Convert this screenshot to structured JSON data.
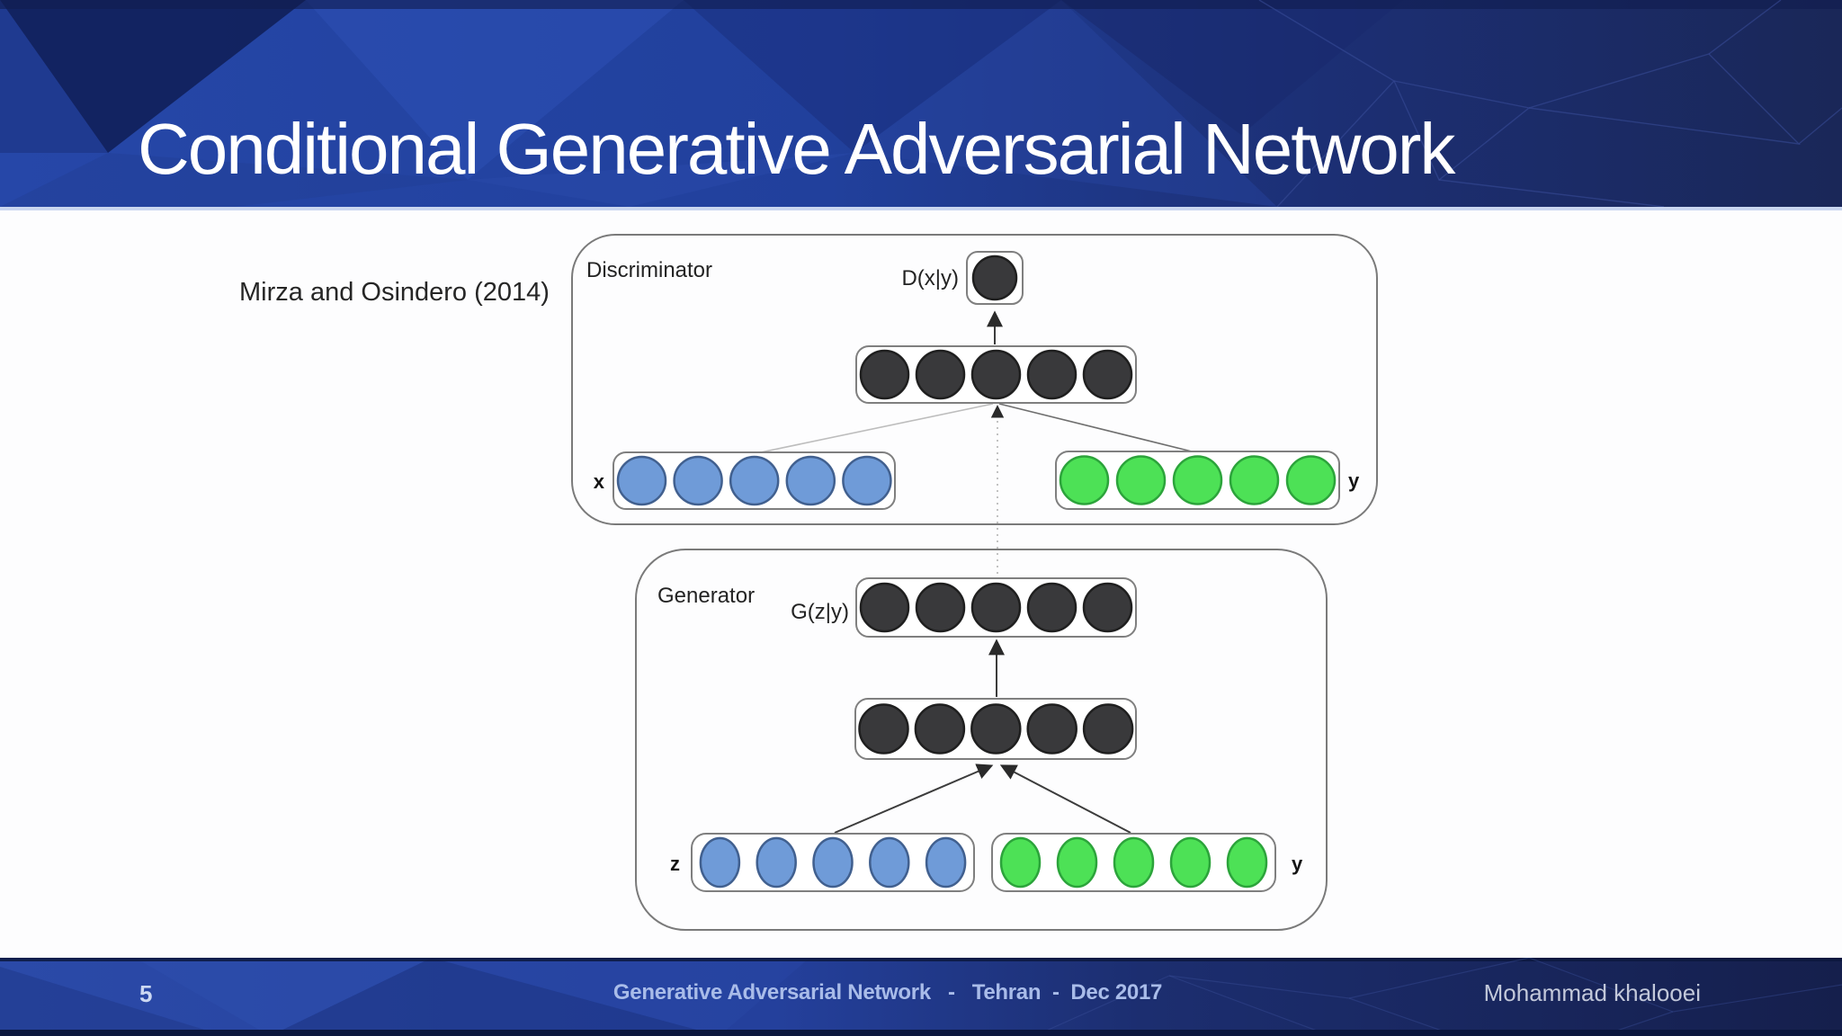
{
  "slide": {
    "title": "Conditional Generative Adversarial Network",
    "citation": "Mirza and Osindero (2014)",
    "page_number": "5",
    "footer_center": "Generative Adversarial Network   -   Tehran  -  Dec 2017",
    "footer_author": "Mohammad khalooei"
  },
  "diagram": {
    "discriminator": {
      "box_label": "Discriminator",
      "output_label": "D(x|y)",
      "x_label": "x",
      "y_label": "y"
    },
    "generator": {
      "box_label": "Generator",
      "output_label": "G(z|y)",
      "z_label": "z",
      "y_label": "y"
    },
    "colors": {
      "dark_fill": "#39393b",
      "dark_stroke": "#1f1f1f",
      "blue_fill": "#6f9bd8",
      "blue_stroke": "#41608f",
      "green_fill": "#4de156",
      "green_stroke": "#2ca43b"
    },
    "network": {
      "disc_output_units": 1,
      "disc_hidden_units": 5,
      "disc_x_units": 5,
      "disc_y_units": 5,
      "gen_output_units": 5,
      "gen_hidden_units": 5,
      "gen_z_units": 5,
      "gen_y_units": 5
    }
  }
}
